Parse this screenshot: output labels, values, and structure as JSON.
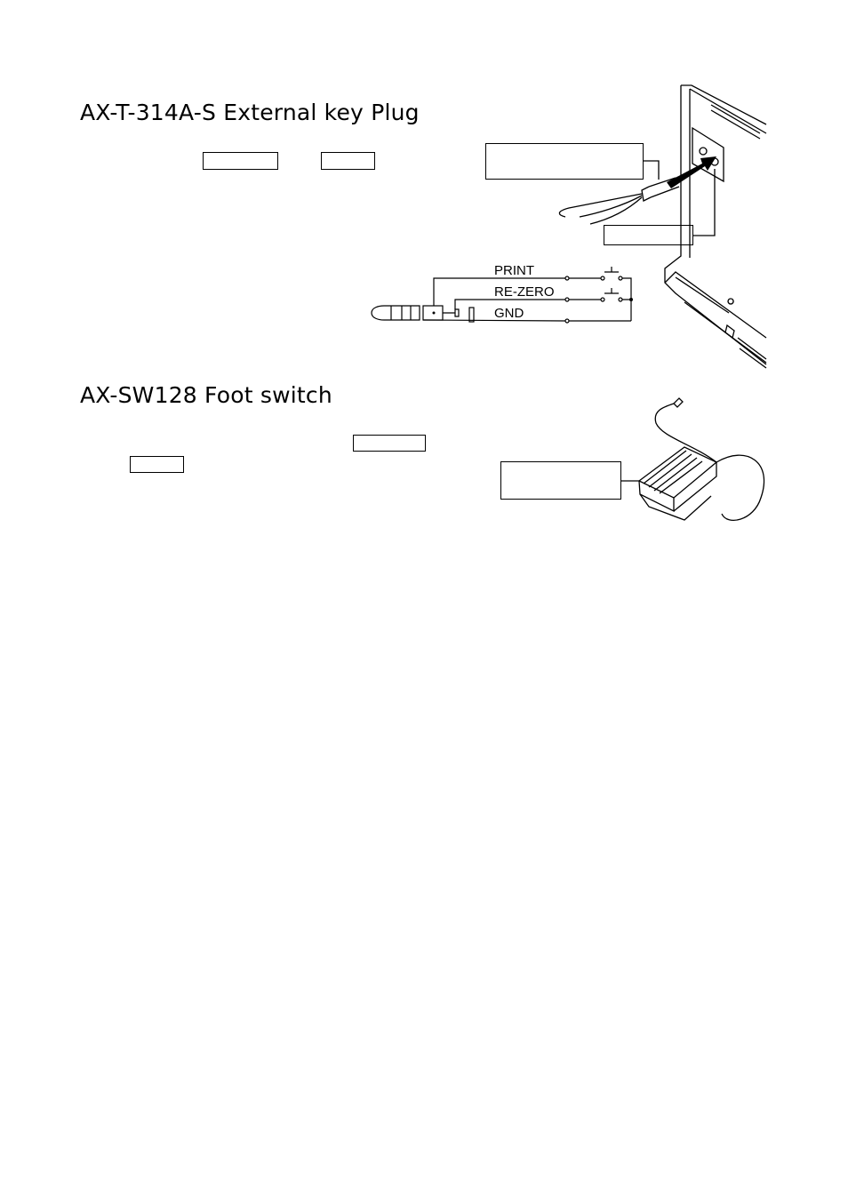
{
  "sections": [
    {
      "heading": "AX-T-314A-S External key Plug",
      "wiring_labels": [
        "PRINT",
        "RE-ZERO",
        "GND"
      ]
    },
    {
      "heading": "AX-SW128 Foot switch"
    }
  ]
}
